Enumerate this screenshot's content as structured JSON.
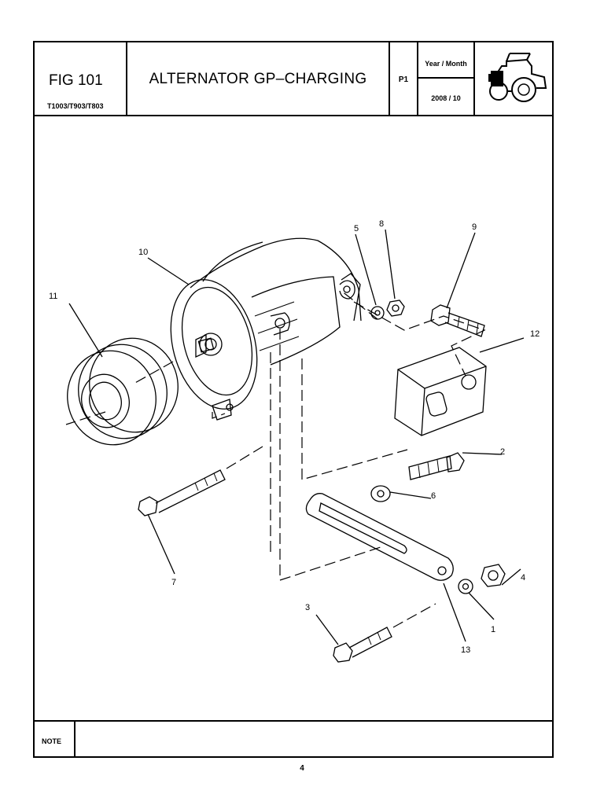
{
  "header": {
    "fig_number": "FIG 101",
    "models": "T1003/T903/T803",
    "title": "ALTERNATOR GP–CHARGING",
    "page_code": "P1",
    "year_month_label": "Year / Month",
    "year_month_value": "2008  / 10",
    "vehicle_icon": "tractor-icon"
  },
  "callouts": [
    "1",
    "2",
    "3",
    "4",
    "5",
    "6",
    "7",
    "8",
    "9",
    "10",
    "11",
    "12",
    "13"
  ],
  "note": {
    "label": "NOTE",
    "text": ""
  },
  "footer": {
    "page_number": "4"
  }
}
